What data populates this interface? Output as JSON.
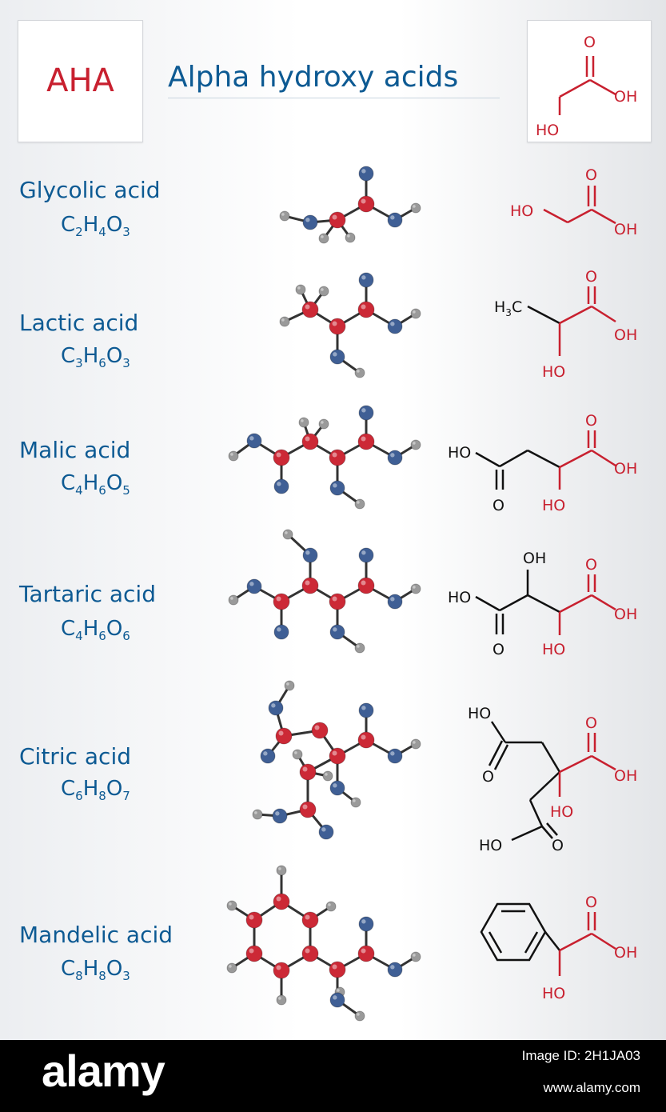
{
  "header": {
    "badge": "AHA",
    "title": "Alpha hydroxy acids"
  },
  "colors": {
    "accent_red": "#c8202f",
    "text_blue": "#0d5a93",
    "oxygen_blue": "#3f5f95",
    "carbon_red": "#cc2936",
    "hydrogen_gray": "#9a9a9a",
    "bond_dark": "#111111"
  },
  "acids": [
    {
      "name": "Glycolic acid",
      "formula": [
        [
          "C",
          "2"
        ],
        [
          "H",
          "4"
        ],
        [
          "O",
          "3"
        ]
      ]
    },
    {
      "name": "Lactic acid",
      "formula": [
        [
          "C",
          "3"
        ],
        [
          "H",
          "6"
        ],
        [
          "O",
          "3"
        ]
      ]
    },
    {
      "name": "Malic acid",
      "formula": [
        [
          "C",
          "4"
        ],
        [
          "H",
          "6"
        ],
        [
          "O",
          "5"
        ]
      ]
    },
    {
      "name": "Tartaric acid",
      "formula": [
        [
          "C",
          "4"
        ],
        [
          "H",
          "6"
        ],
        [
          "O",
          "6"
        ]
      ]
    },
    {
      "name": "Citric acid",
      "formula": [
        [
          "C",
          "6"
        ],
        [
          "H",
          "8"
        ],
        [
          "O",
          "7"
        ]
      ]
    },
    {
      "name": "Mandelic acid",
      "formula": [
        [
          "C",
          "8"
        ],
        [
          "H",
          "8"
        ],
        [
          "O",
          "3"
        ]
      ]
    }
  ],
  "atom_labels": {
    "o": "O",
    "oh": "OH",
    "ho": "HO",
    "h3c_main": "H",
    "h3c_sub": "3",
    "h3c_c": "C"
  },
  "footer": {
    "logo": "alamy",
    "image_id": "Image ID: 2H1JA03",
    "url": "www.alamy.com"
  }
}
